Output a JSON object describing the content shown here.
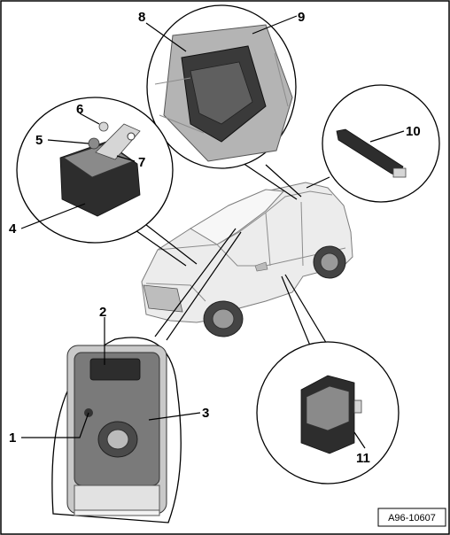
{
  "figure_ref": "A96-10607",
  "callouts": [
    "1",
    "2",
    "3",
    "4",
    "5",
    "6",
    "7",
    "8",
    "9",
    "10",
    "11"
  ],
  "colors": {
    "line": "#000000",
    "background": "#ffffff",
    "part": "#2d2d2d",
    "vehicle": "#ececec"
  }
}
